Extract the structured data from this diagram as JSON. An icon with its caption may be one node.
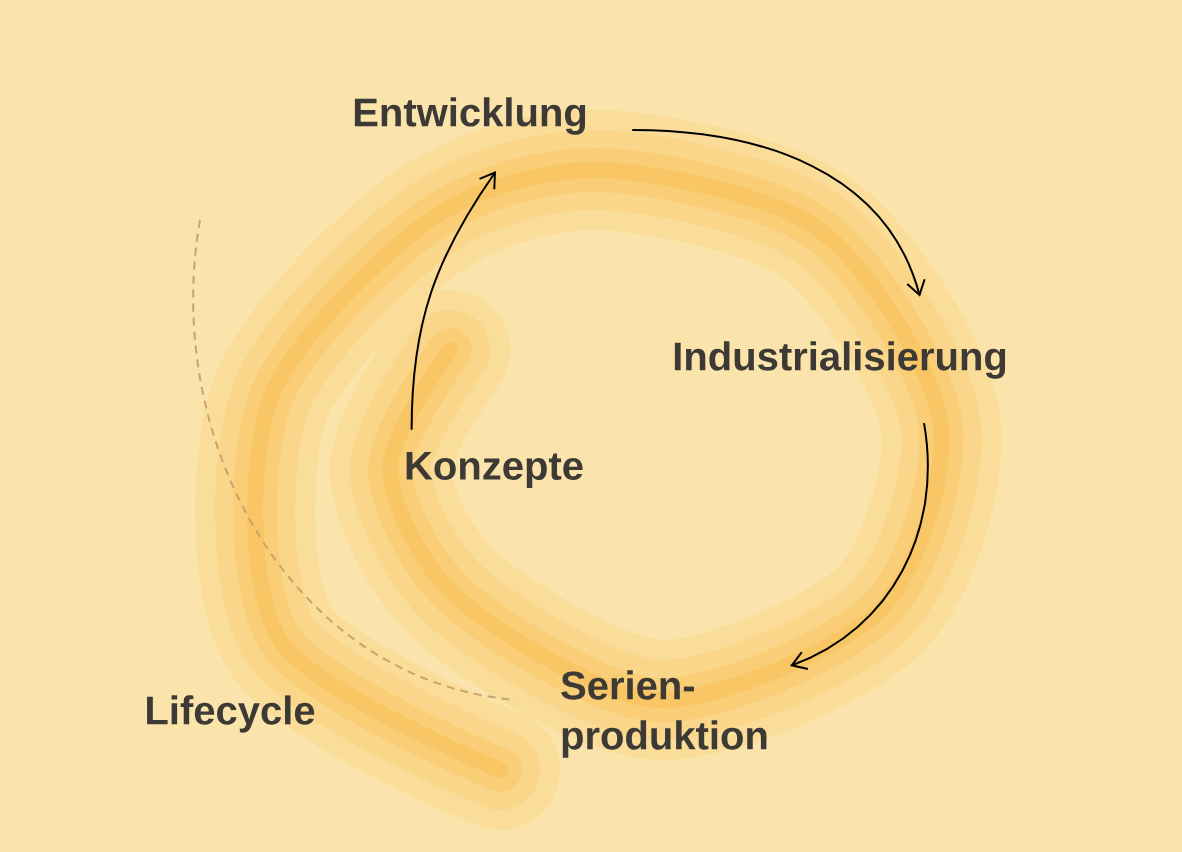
{
  "diagram": {
    "nodes": [
      {
        "text": [
          "Entwicklung"
        ]
      },
      {
        "text": [
          "Industrialisierung"
        ]
      },
      {
        "text": [
          "Konzepte"
        ]
      },
      {
        "text": [
          "Serien- produktion"
        ]
      }
    ],
    "edges": [
      {
        "from": 2,
        "to": 0,
        "arrow": "to"
      },
      {
        "from": 0,
        "to": 1,
        "arrow": "to"
      },
      {
        "from": 1,
        "to": 3,
        "arrow": "to"
      },
      {
        "from": null,
        "to": 3,
        "arrow": "none",
        "style": "dashed",
        "color": "#c9a46a"
      }
    ],
    "labels": [
      "Lifecycle"
    ]
  }
}
